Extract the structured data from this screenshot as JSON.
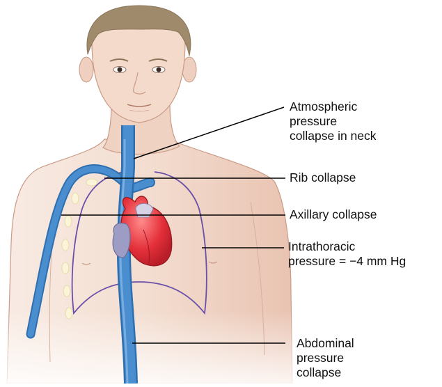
{
  "colors": {
    "skin": "#f3ddd0",
    "skin_shade": "#e7bea9",
    "hair": "#a08a6c",
    "vein": "#4a8ed0",
    "vein_edge": "#2e6fb0",
    "heart_red": "#e4303a",
    "heart_grey": "#9c9cc4",
    "lung_outline": "#6a4fa8",
    "leader_line": "#000000"
  },
  "labels": {
    "neck": [
      "Atmospheric",
      "pressure",
      "collapse in neck"
    ],
    "rib": [
      "Rib collapse"
    ],
    "axillary": [
      "Axillary collapse"
    ],
    "intrathoracic": [
      "Intrathoracic",
      "pressure = −4  mm Hg"
    ],
    "abdominal": [
      "Abdominal",
      "pressure",
      "collapse"
    ]
  }
}
